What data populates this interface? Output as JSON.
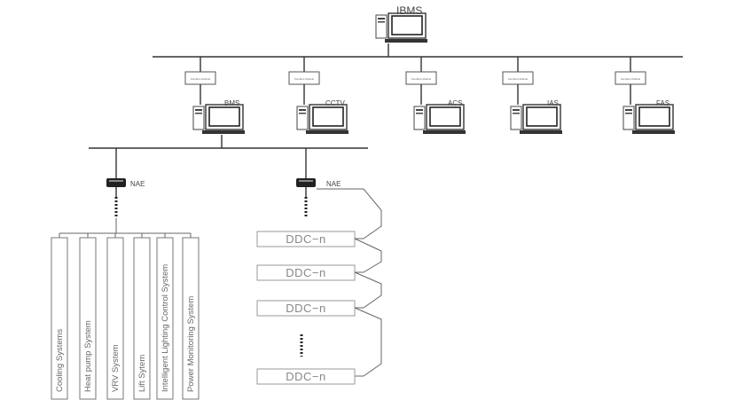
{
  "top": {
    "label": "IBMS"
  },
  "interface_label": "Interface Module",
  "workstations": [
    {
      "label": "BMS"
    },
    {
      "label": "CCTV"
    },
    {
      "label": "ACS"
    },
    {
      "label": "IAS"
    },
    {
      "label": "FAS"
    }
  ],
  "controllers": [
    {
      "label": "NAE"
    },
    {
      "label": "NAE"
    }
  ],
  "subsystems": [
    "Cooling Systems",
    "Heat pump System",
    "VRV System",
    "Lift Sytem",
    "Intelligent Lighting Control System",
    "Power Monitoring System"
  ],
  "ddc": [
    "DDC−n",
    "DDC−n",
    "DDC−n",
    "DDC−n"
  ],
  "colors": {
    "line": "#333333",
    "screen": "#222222",
    "box_border": "#777777"
  },
  "icons": {
    "workstation": "computer-workstation-icon",
    "controller": "network-controller-icon"
  }
}
